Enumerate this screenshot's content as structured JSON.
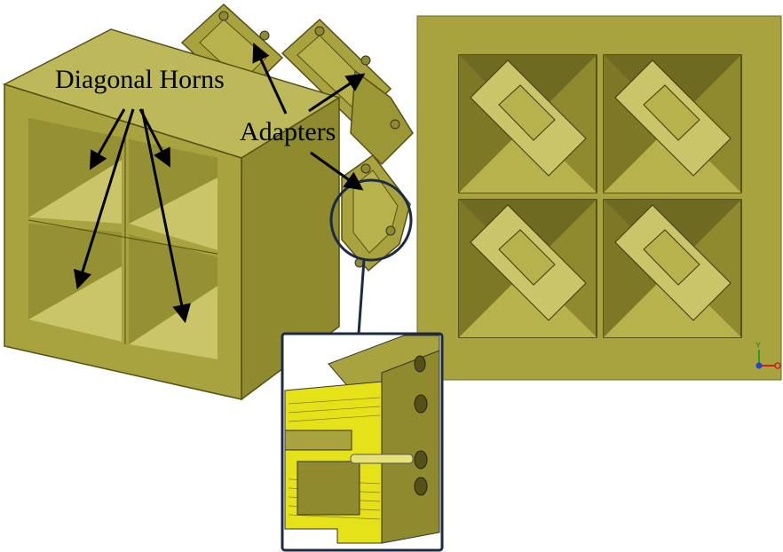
{
  "labels": {
    "diagonal_horns": "Diagonal Horns",
    "adapters": "Adapters"
  },
  "axis_triad": {
    "y_label": "Y"
  },
  "colors": {
    "body_face": "#a8a33e",
    "body_side": "#8f8a2e",
    "body_top": "#bdb85a",
    "horn_light": "#c9c568",
    "horn_dark": "#7c7825",
    "cutaway_yellow": "#e6e21a",
    "callout_border": "#1c2b44",
    "arrow": "#000000"
  }
}
